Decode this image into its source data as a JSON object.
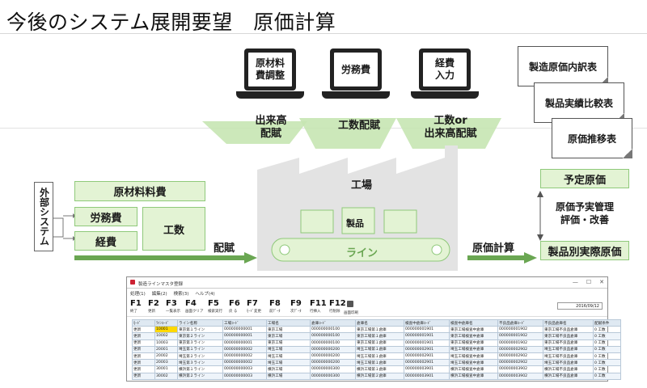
{
  "title": "今後のシステム展開要望　原価計算",
  "laptops": [
    {
      "label": "原材料\n費調整",
      "arrow_label": "出来高\n配賦"
    },
    {
      "label": "労務費",
      "arrow_label": "工数配賦"
    },
    {
      "label": "経費\n入力",
      "arrow_label": "工数or\n出来高配賦"
    }
  ],
  "reports": [
    "製造原価内訳表",
    "製品実績比較表",
    "原価推移表"
  ],
  "external": "外部システム",
  "inputs": {
    "materials": "原材料料費",
    "labor": "労務費",
    "expenses": "経費",
    "man_hours": "工数",
    "allocation": "配賦"
  },
  "factory": {
    "label": "工場",
    "product": "製品",
    "line": "ライン"
  },
  "cost_calc": "原価計算",
  "right_panel": {
    "planned": "予定原価",
    "management": "原価予実管理\n評価・改善",
    "actual": "製品別実際原価"
  },
  "window": {
    "title": "製造ラインマスタ登録",
    "controls": [
      "—",
      "☐",
      "✕"
    ],
    "menu": [
      "処理(1)",
      "編集(2)",
      "検索(3)",
      "ヘルプ(4)"
    ],
    "fkeys": [
      {
        "key": "F1",
        "desc": "終了"
      },
      {
        "key": "F2",
        "desc": "更新"
      },
      {
        "key": "F3",
        "desc": "一覧表示"
      },
      {
        "key": "F4",
        "desc": "画面クリア"
      },
      {
        "key": "F5",
        "desc": "検索実行"
      },
      {
        "key": "F6",
        "desc": "戻 る"
      },
      {
        "key": "F7",
        "desc": "ﾓｰﾄﾞ変更"
      },
      {
        "key": "F8",
        "desc": "前ﾃﾞｰﾀ"
      },
      {
        "key": "F9",
        "desc": "次ﾃﾞｰﾀ"
      },
      {
        "key": "F11",
        "desc": "行挿入"
      },
      {
        "key": "F12",
        "desc": "行削除"
      }
    ],
    "print_label": "画面印刷",
    "date": "2016/09/12",
    "columns": [
      "ﾓｰﾄﾞ",
      "ﾗｲﾝｺｰﾄﾞ",
      "ライン名称",
      "工場ｺｰﾄﾞ",
      "工場名",
      "倉庫ｺｰﾄﾞ",
      "倉庫名",
      "検査中倉庫ｺｰﾄﾞ",
      "検査中倉庫名",
      "不良品倉庫ｺｰﾄﾞ",
      "不良品倉庫名",
      "配賦条件"
    ],
    "rows": [
      [
        "更新",
        "10001",
        "東京第１ライン",
        "000000000001",
        "東京工場",
        "000000000100",
        "東京工場第１倉庫",
        "000000001901",
        "東京工場検査中倉庫",
        "000000001902",
        "東京工場不良品倉庫",
        "0 工数"
      ],
      [
        "更新",
        "10002",
        "東京第２ライン",
        "000000000001",
        "東京工場",
        "000000000100",
        "東京工場第１倉庫",
        "000000001901",
        "東京工場検査中倉庫",
        "000000001902",
        "東京工場不良品倉庫",
        "0 工数"
      ],
      [
        "更新",
        "10003",
        "東京第３ライン",
        "000000000001",
        "東京工場",
        "000000000100",
        "東京工場第１倉庫",
        "000000001901",
        "東京工場検査中倉庫",
        "000000001902",
        "東京工場不良品倉庫",
        "0 工数"
      ],
      [
        "更新",
        "20001",
        "埼玉第１ライン",
        "000000000002",
        "埼玉工場",
        "000000000200",
        "埼玉工場第１倉庫",
        "000000002901",
        "埼玉工場検査中倉庫",
        "000000002902",
        "埼玉工場不良品倉庫",
        "0 工数"
      ],
      [
        "更新",
        "20002",
        "埼玉第２ライン",
        "000000000002",
        "埼玉工場",
        "000000000200",
        "埼玉工場第１倉庫",
        "000000002901",
        "埼玉工場検査中倉庫",
        "000000002902",
        "埼玉工場不良品倉庫",
        "0 工数"
      ],
      [
        "更新",
        "20003",
        "埼玉第３ライン",
        "000000000002",
        "埼玉工場",
        "000000000200",
        "埼玉工場第１倉庫",
        "000000002901",
        "埼玉工場検査中倉庫",
        "000000002902",
        "埼玉工場不良品倉庫",
        "0 工数"
      ],
      [
        "更新",
        "30001",
        "横浜第１ライン",
        "000000000003",
        "横浜工場",
        "000000000300",
        "横浜工場第１倉庫",
        "000000003901",
        "横浜工場検査中倉庫",
        "000000003902",
        "横浜工場不良品倉庫",
        "0 工数"
      ],
      [
        "更新",
        "30002",
        "横浜第２ライン",
        "000000000003",
        "横浜工場",
        "000000000300",
        "横浜工場第２倉庫",
        "000000003901",
        "横浜工場検査中倉庫",
        "000000003902",
        "横浜工場不良品倉庫",
        "0 工数"
      ]
    ]
  }
}
